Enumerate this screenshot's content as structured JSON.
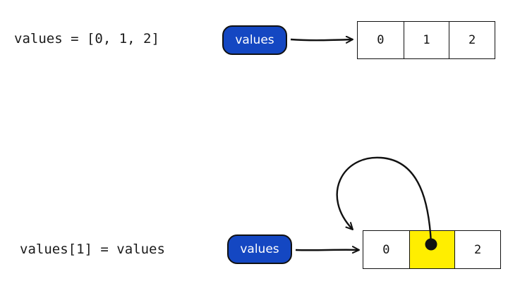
{
  "colors": {
    "pill_fill": "#1447c2",
    "pill_text": "#ffffff",
    "highlight": "#ffee00",
    "ink": "#111111"
  },
  "top": {
    "code": "values = [0, 1, 2]",
    "variable_label": "values",
    "array_cells": [
      "0",
      "1",
      "2"
    ]
  },
  "bottom": {
    "code": "values[1] = values",
    "variable_label": "values",
    "array_cells": [
      "0",
      "",
      "2"
    ],
    "highlighted_index": 1,
    "reference_dot_icon": "reference-dot-icon"
  }
}
